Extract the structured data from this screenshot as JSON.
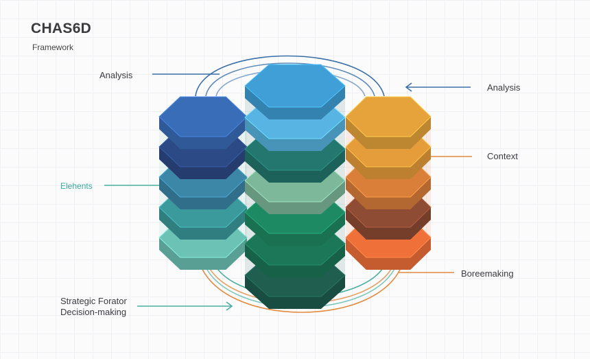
{
  "title": "CHAS6D",
  "subtitle": "Framework",
  "labels": {
    "analysis_left": "Analysis",
    "analysis_right": "Analysis",
    "elements": "Elehents",
    "context": "Context",
    "bottom_right": "Boreemaking",
    "strategic_line1": "Strategic Forator",
    "strategic_line2": "Decision-making"
  },
  "colors": {
    "left_stack": [
      "#3a6db8",
      "#2c4a86",
      "#3c86a8",
      "#3a9a9c",
      "#6cc2b4"
    ],
    "center_stack": [
      "#3f9fd6",
      "#58b4e2",
      "#23776e",
      "#7eb89b",
      "#1e8a64",
      "#1c7658",
      "#205e50"
    ],
    "right_stack": [
      "#e6a33c",
      "#e59c3a",
      "#d97f3a",
      "#8e4c35",
      "#f0703a"
    ],
    "blue_line": "#3a6fa8",
    "teal_line": "#4ab0a0",
    "orange_line": "#e28a3e"
  }
}
